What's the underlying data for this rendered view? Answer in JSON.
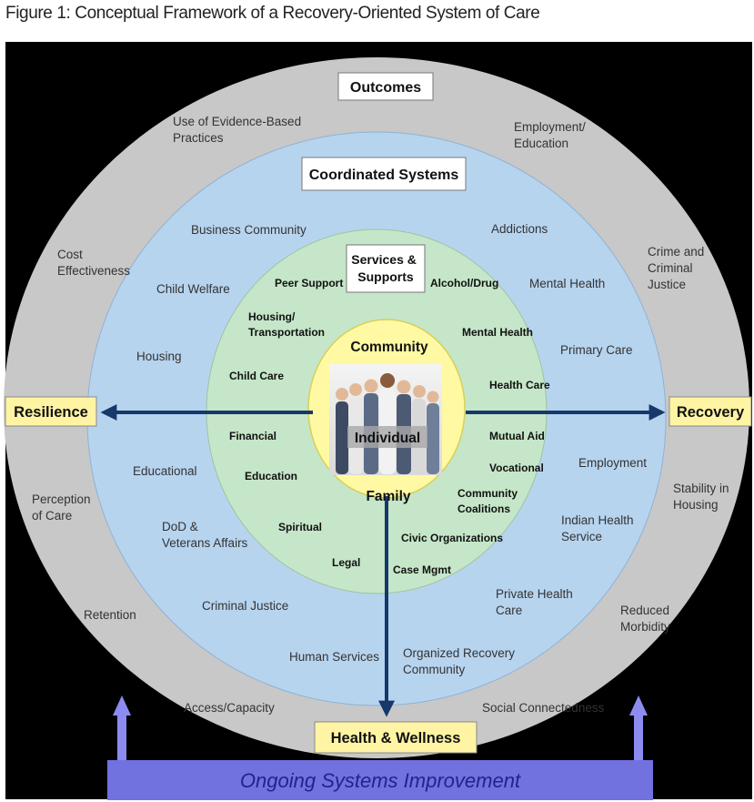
{
  "figure_title": "Figure 1: Conceptual Framework of a Recovery-Oriented System of Care",
  "outcomes_label": "Outcomes",
  "outcomes_items": [
    [
      "Use of Evidence-Based",
      "Practices"
    ],
    [
      "Employment/",
      "Education"
    ],
    [
      "Cost",
      "Effectiveness"
    ],
    [
      "Crime and",
      "Criminal",
      "Justice"
    ],
    [
      "Stability in",
      "Housing"
    ],
    [
      "Perception",
      "of Care"
    ],
    [
      "Retention"
    ],
    [
      "Reduced",
      "Morbidity"
    ],
    [
      "Access/Capacity"
    ],
    [
      "Social Connectedness"
    ]
  ],
  "coordinated_label": "Coordinated Systems",
  "systems_items": [
    [
      "Business Community"
    ],
    [
      "Addictions"
    ],
    [
      "Child Welfare"
    ],
    [
      "Mental Health"
    ],
    [
      "Housing"
    ],
    [
      "Primary Care"
    ],
    [
      "Educational"
    ],
    [
      "Employment"
    ],
    [
      "DoD &",
      "Veterans Affairs"
    ],
    [
      "Indian Health",
      "Service"
    ],
    [
      "Criminal Justice"
    ],
    [
      "Private Health",
      "Care"
    ],
    [
      "Human Services"
    ],
    [
      "Organized Recovery",
      "Community"
    ]
  ],
  "services_label": [
    "Services &",
    "Supports"
  ],
  "services_items": [
    [
      "Peer Support"
    ],
    [
      "Alcohol/Drug"
    ],
    [
      "Housing/",
      "Transportation"
    ],
    [
      "Mental Health"
    ],
    [
      "Child Care"
    ],
    [
      "Health Care"
    ],
    [
      "Financial"
    ],
    [
      "Mutual Aid"
    ],
    [
      "Education"
    ],
    [
      "Vocational"
    ],
    [
      "Community",
      "Coalitions"
    ],
    [
      "Spiritual"
    ],
    [
      "Civic Organizations"
    ],
    [
      "Legal"
    ],
    [
      "Case Mgmt"
    ]
  ],
  "core": {
    "top": "Community",
    "middle": "Individual",
    "bottom": "Family"
  },
  "left_label": "Resilience",
  "right_label": "Recovery",
  "bottom_label": "Health & Wellness",
  "footer_label": "Ongoing Systems Improvement",
  "colors": {
    "background": "#000000",
    "outer_ring": "#c8c8c8",
    "systems_ring": "#b7d4ef",
    "services_ring": "#c5e6c8",
    "core": "#fff9a3",
    "label_box": "#fff4a3",
    "arrow": "#16386a",
    "footer_bar": "#7171e0",
    "footer_arrow": "#8c8cf0"
  }
}
